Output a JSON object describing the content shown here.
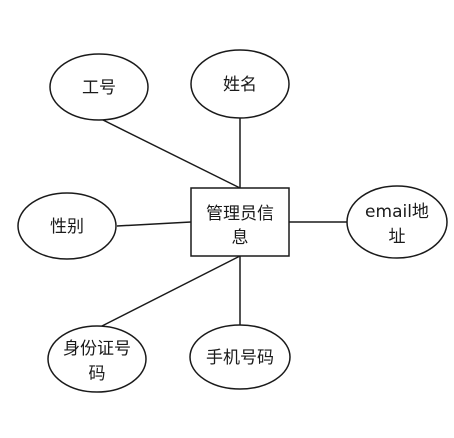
{
  "diagram": {
    "entity": {
      "line1": "管理员信",
      "line2": "息"
    },
    "attributes": {
      "gonghao": "工号",
      "xingming": "姓名",
      "xingbie": "性别",
      "email_line1": "email地",
      "email_line2": "址",
      "shenfen_line1": "身份证号",
      "shenfen_line2": "码",
      "shouji": "手机号码"
    }
  }
}
